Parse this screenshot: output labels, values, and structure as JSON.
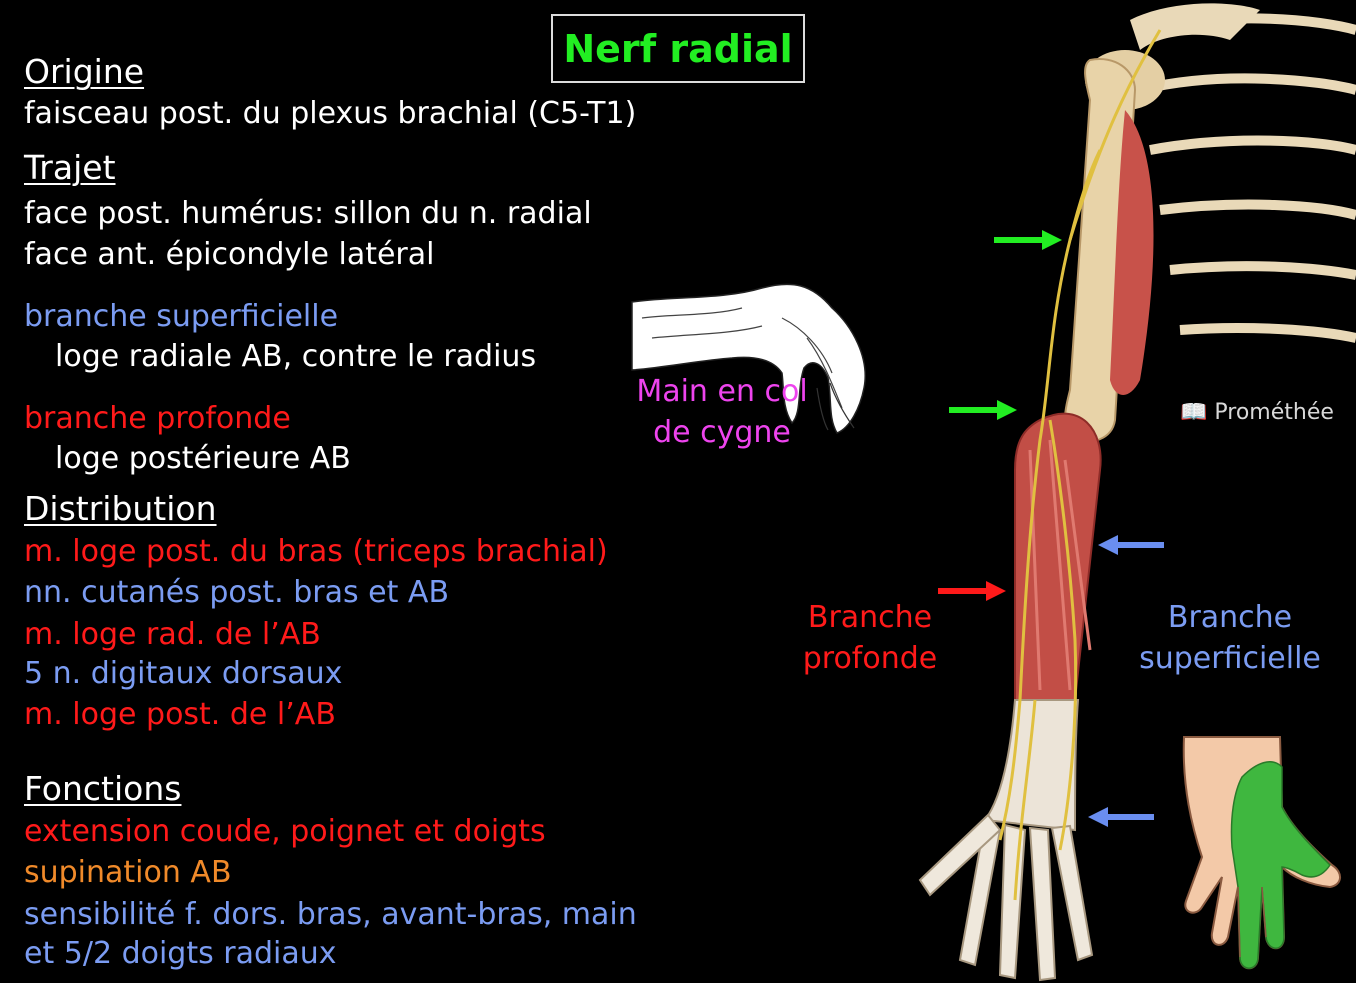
{
  "title": "Nerf radial",
  "sections": {
    "origine": {
      "heading": "Origine",
      "text": "faisceau post. du plexus brachial (C5-T1)"
    },
    "trajet": {
      "heading": "Trajet",
      "line1": "face post. humérus: sillon du n. radial",
      "line2": "face ant. épicondyle latéral"
    },
    "branche_superficielle": {
      "label": "branche superficielle",
      "detail": "loge radiale AB, contre le radius"
    },
    "branche_profonde": {
      "label": "branche profonde",
      "detail": "loge postérieure AB"
    },
    "distribution": {
      "heading": "Distribution",
      "items": [
        "m. loge post. du bras (triceps brachial)",
        "nn. cutanés post. bras et AB",
        "m. loge rad. de l’AB",
        "5 n. digitaux dorsaux",
        "m. loge post. de l’AB"
      ]
    },
    "fonctions": {
      "heading": "Fonctions",
      "items": [
        "extension coude, poignet et doigts",
        "supination AB",
        "sensibilité f. dors. bras, avant-bras, main",
        "et 5/2 doigts radiaux"
      ]
    }
  },
  "figure_labels": {
    "main_col_cygne_1": "Main en col",
    "main_col_cygne_2": "de cygne",
    "credit": "Prométhée",
    "branche_profonde_1": "Branche",
    "branche_profonde_2": "profonde",
    "branche_superficielle_1": "Branche",
    "branche_superficielle_2": "superficielle"
  },
  "colors": {
    "title": "#22ee22",
    "motor": "#ff1a1a",
    "sensory": "#7b9cf2",
    "supination": "#f08a2a",
    "caption": "#ee44ee",
    "arrow_green": "#22ee22",
    "arrow_red": "#ff1a1a",
    "arrow_blue": "#6a8ef0"
  },
  "icons": [
    "book-icon",
    "wrist-drop-hand-illustration",
    "arm-nerve-illustration",
    "hand-sensory-map-illustration"
  ]
}
